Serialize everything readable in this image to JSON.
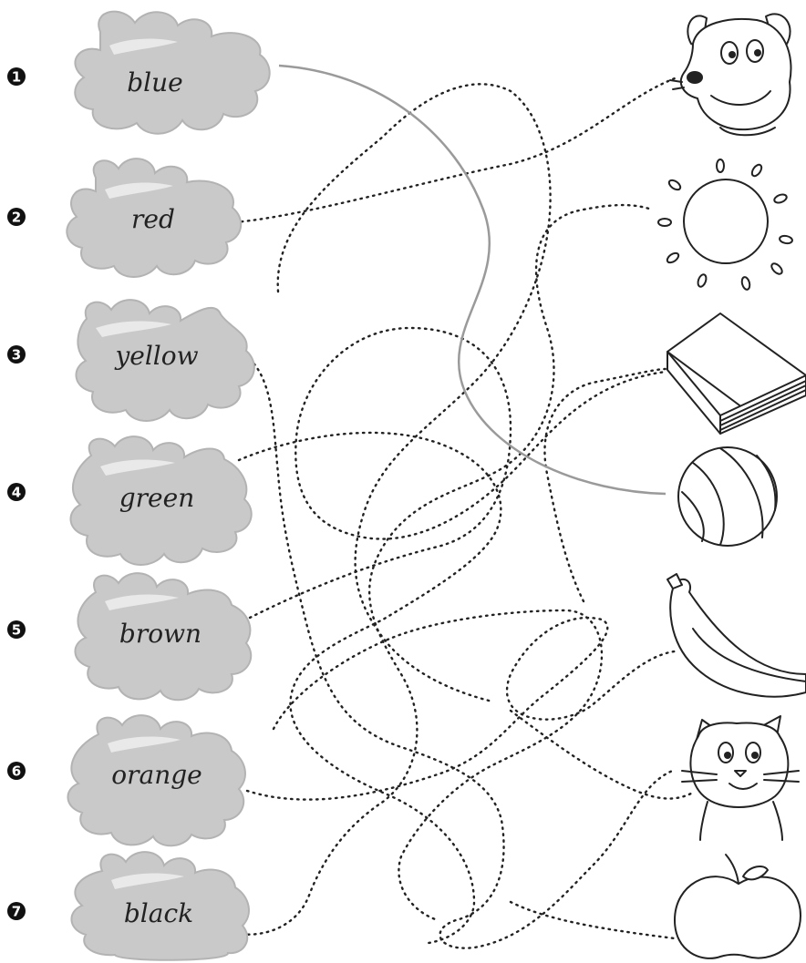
{
  "color_words": [
    {
      "number": "1",
      "word": "blue"
    },
    {
      "number": "2",
      "word": "red"
    },
    {
      "number": "3",
      "word": "yellow"
    },
    {
      "number": "4",
      "word": "green"
    },
    {
      "number": "5",
      "word": "brown"
    },
    {
      "number": "6",
      "word": "orange"
    },
    {
      "number": "7",
      "word": "black"
    }
  ],
  "pictures": [
    {
      "icon": "dog-icon"
    },
    {
      "icon": "sun-icon"
    },
    {
      "icon": "book-icon"
    },
    {
      "icon": "ball-icon"
    },
    {
      "icon": "banana-icon"
    },
    {
      "icon": "cat-icon"
    },
    {
      "icon": "apple-icon"
    }
  ],
  "colors": {
    "blob": "#c9c9c9",
    "ink": "#222222",
    "solved_line": "#9a9a9a"
  }
}
